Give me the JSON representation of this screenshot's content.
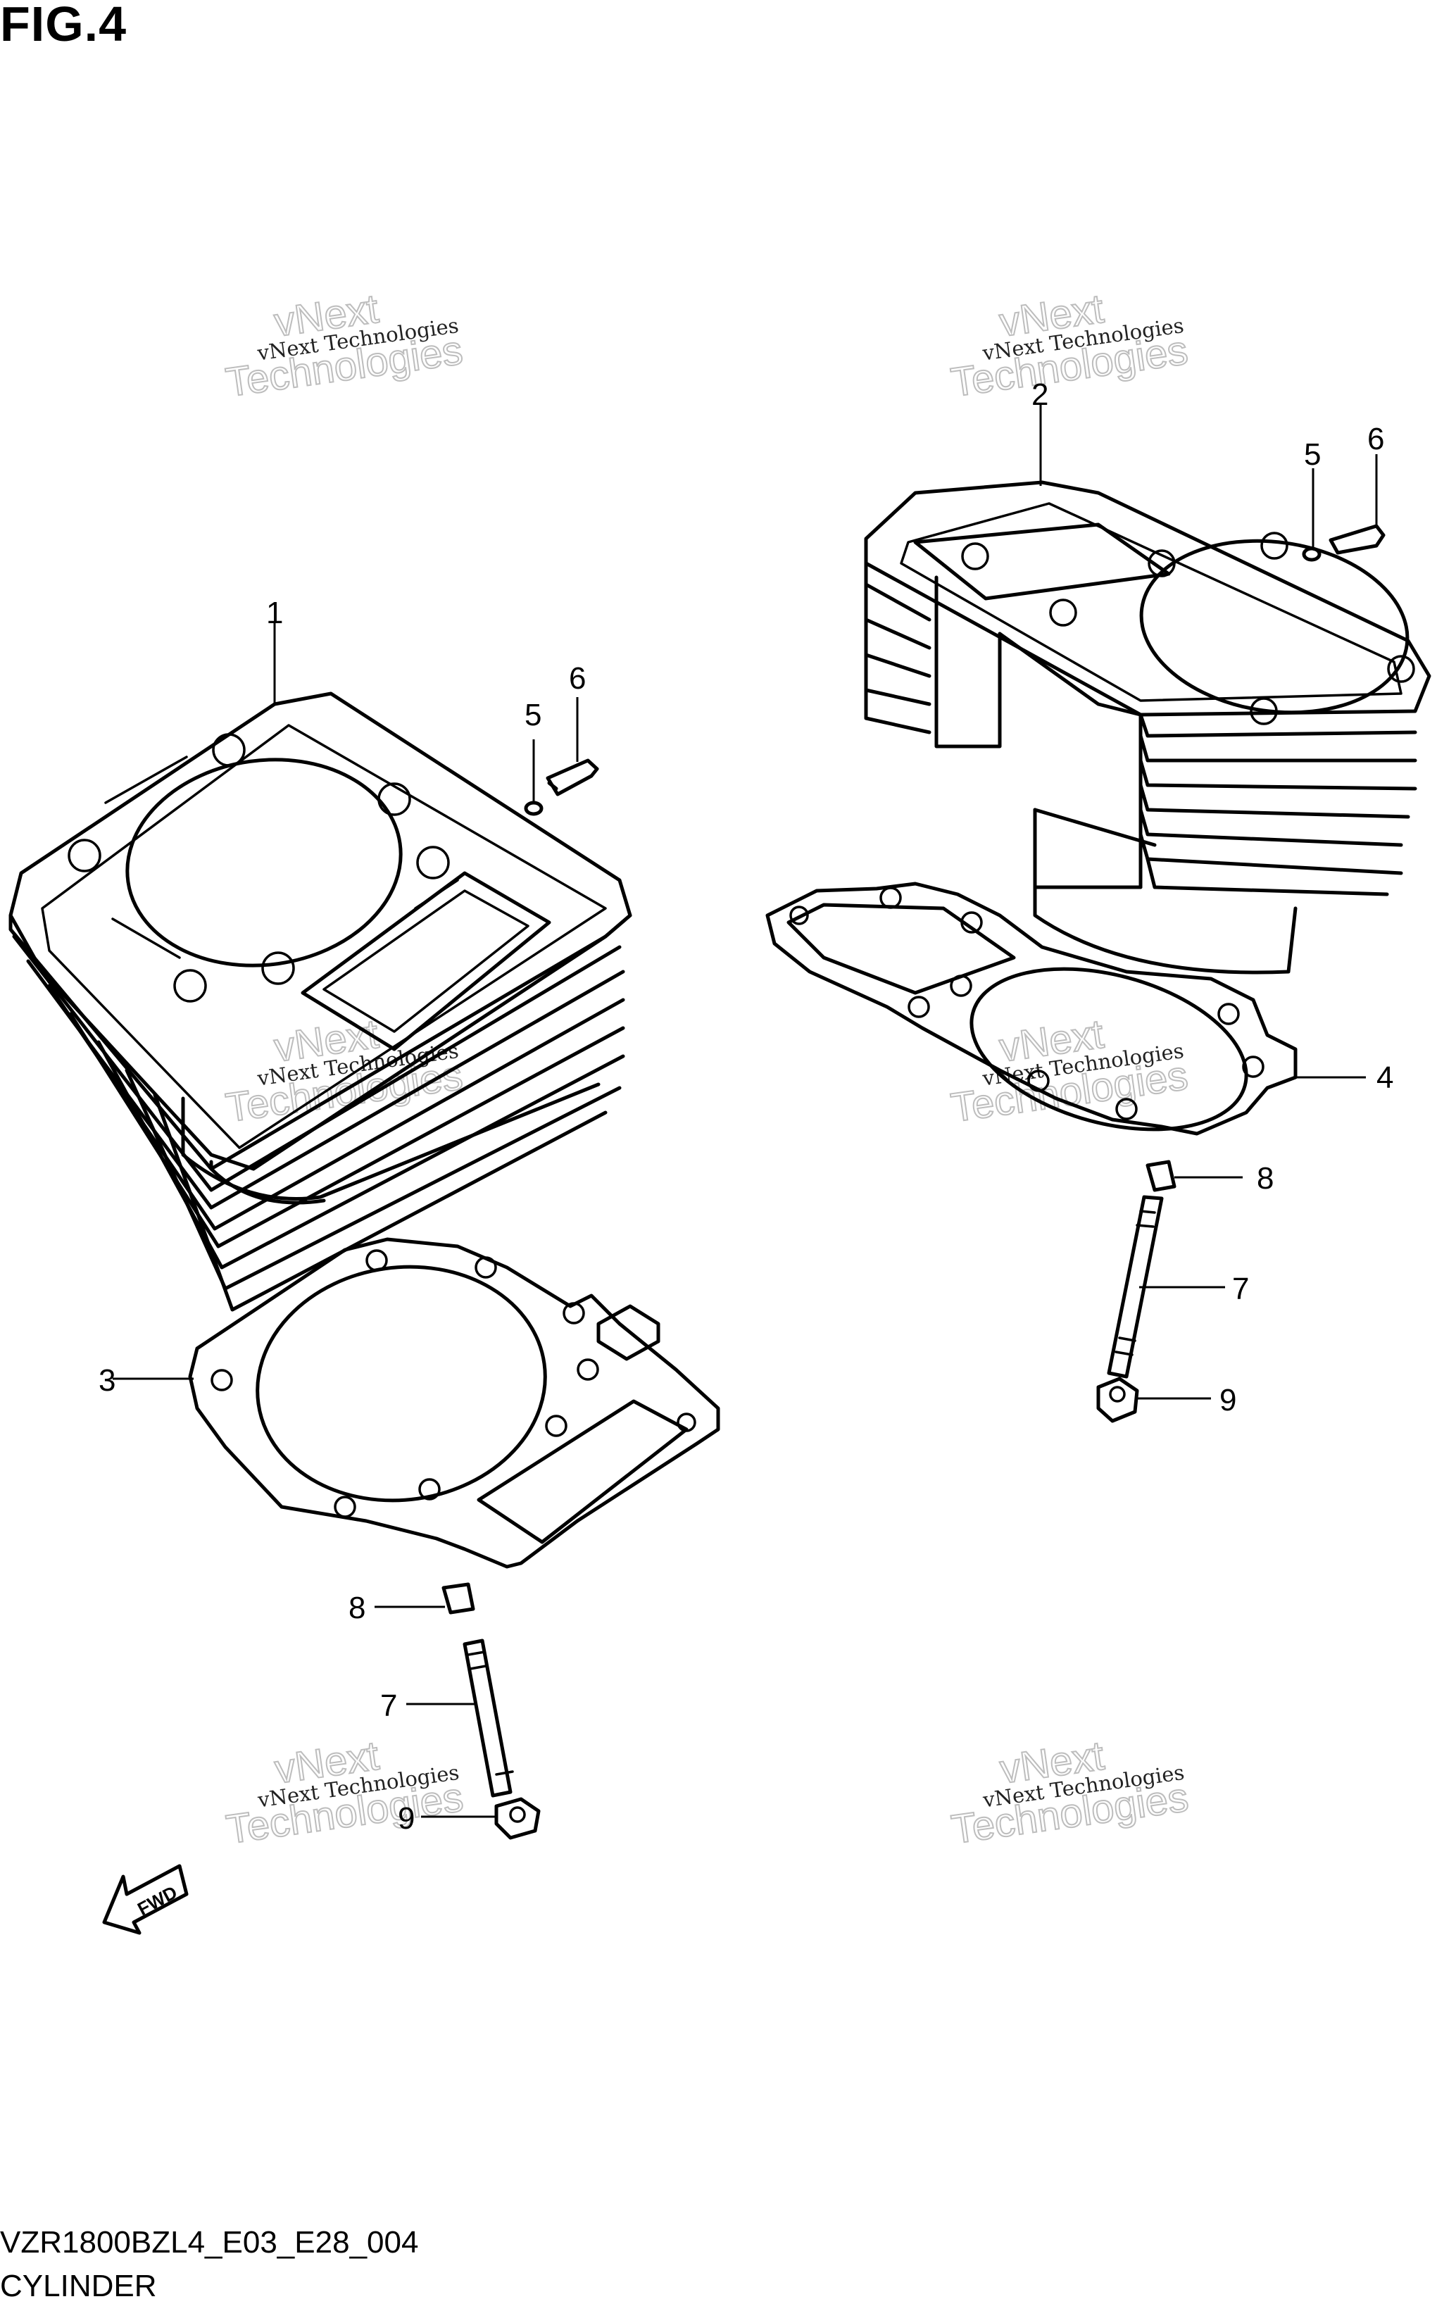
{
  "figure": {
    "title": "FIG.4"
  },
  "footer": {
    "model_code": "VZR1800BZL4_E03_E28_004",
    "name": "CYLINDER"
  },
  "callouts": [
    "1",
    "2",
    "3",
    "4",
    "5",
    "6",
    "7",
    "8",
    "9"
  ],
  "fwd_arrow": {
    "label": "FWD"
  },
  "watermark": {
    "line1": "vNext Technologies",
    "overlay": "vNext",
    "overlay2": "Technologies"
  }
}
